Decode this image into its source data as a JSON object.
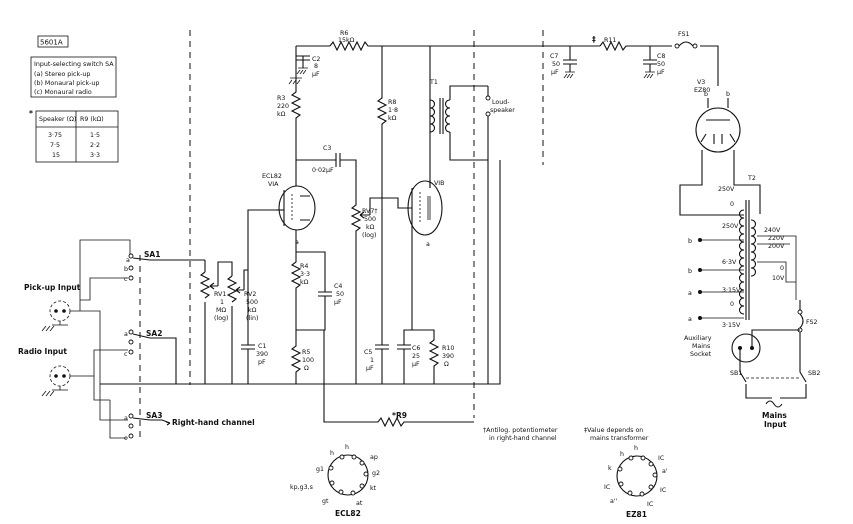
{
  "diagram_id": "5601A",
  "switch_box": {
    "title": "Input-selecting switch SA",
    "items": [
      "(a) Stereo pick-up",
      "(b) Monaural pick-up",
      "(c) Monaural radio"
    ]
  },
  "speaker_table": {
    "marker": "*",
    "headers": [
      "Speaker (Ω)",
      "R9 (kΩ)"
    ],
    "rows": [
      [
        "3·75",
        "1·5"
      ],
      [
        "7·5",
        "2·2"
      ],
      [
        "15",
        "3·3"
      ]
    ]
  },
  "inputs": {
    "pickup": "Pick-up Input",
    "radio": "Radio Input",
    "right_hand": "Right-hand channel"
  },
  "switches": {
    "sa1": "SA1",
    "sa2": "SA2",
    "sa3": "SA3",
    "pos_a": "a",
    "pos_b": "b",
    "pos_c": "c"
  },
  "components": {
    "rv1": [
      "RV1",
      "1",
      "MΩ",
      "(log)"
    ],
    "rv2": [
      "RV2",
      "500",
      "kΩ",
      "(lin)"
    ],
    "c1": [
      "C1",
      "390",
      "pF"
    ],
    "r3": [
      "R3",
      "220",
      "kΩ"
    ],
    "c2": [
      "C2",
      "8",
      "μF"
    ],
    "r6": [
      "R6",
      "15kΩ"
    ],
    "c3": [
      "C3",
      "0·02μF"
    ],
    "valve_a": [
      "ECL82",
      "VIA"
    ],
    "r4": [
      "R4",
      "3·3",
      "kΩ"
    ],
    "c4": [
      "C4",
      "50",
      "μF"
    ],
    "r5": [
      "R5",
      "100",
      "Ω"
    ],
    "r8": [
      "R8",
      "1·8",
      "kΩ"
    ],
    "rv7": [
      "RV7†",
      "500",
      "kΩ",
      "(log)"
    ],
    "c5": [
      "C5",
      "1",
      "μF"
    ],
    "valve_b": "VIB",
    "t1": "T1",
    "c6": [
      "C6",
      "25",
      "μF"
    ],
    "r10": [
      "R10",
      "390",
      "Ω"
    ],
    "loudspeaker": [
      "Loud-",
      "speaker"
    ],
    "r9": "R9",
    "c7": [
      "C7",
      "50",
      "μF"
    ],
    "r11": [
      "‡",
      "R11"
    ],
    "c8": [
      "C8",
      "50",
      "μF"
    ],
    "fs1": "FS1",
    "v3": [
      "V3",
      "EZ80"
    ],
    "t2": "T2",
    "fs2": "FS2",
    "sb1": "SB1",
    "sb2": "SB2",
    "aux": [
      "Auxiliary",
      "Mains",
      "Socket"
    ],
    "mains": [
      "Mains",
      "Input"
    ]
  },
  "transformer_taps": {
    "primary": [
      "250V",
      "0",
      "250V"
    ],
    "secondary": [
      "6·3V",
      "3·15V",
      "0",
      "3·15V"
    ],
    "mains_side": [
      "240V",
      "220V",
      "200V",
      "0",
      "10V"
    ],
    "terminal_letters": [
      "b",
      "b",
      "a",
      "a",
      "b",
      "b",
      "a"
    ]
  },
  "notes": {
    "dagger": [
      "†Antilog. potentiometer",
      "in right-hand channel"
    ],
    "ddagger": [
      "‡Value depends on",
      "mains transformer"
    ]
  },
  "pin_ecl82": {
    "title": "ECL82",
    "pins": [
      "h",
      "h",
      "ap",
      "g2",
      "kt",
      "at",
      "gt",
      "kp,g3,s",
      "g1"
    ]
  },
  "pin_ez81": {
    "title": "EZ81",
    "pins": [
      "h",
      "h",
      "IC",
      "a'",
      "IC",
      "IC",
      "a''",
      "IC",
      "k"
    ]
  }
}
